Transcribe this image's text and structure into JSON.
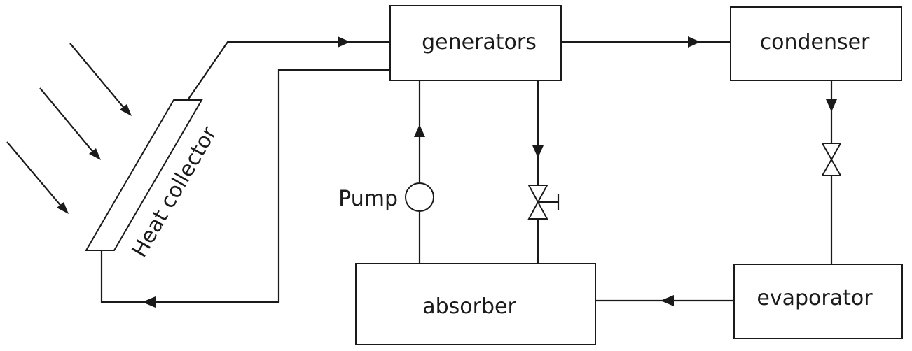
{
  "components": {
    "generators": "generators",
    "condenser": "condenser",
    "absorber": "absorber",
    "evaporator": "evaporator",
    "heat_collector": "Heat collector",
    "pump": "Pump"
  }
}
